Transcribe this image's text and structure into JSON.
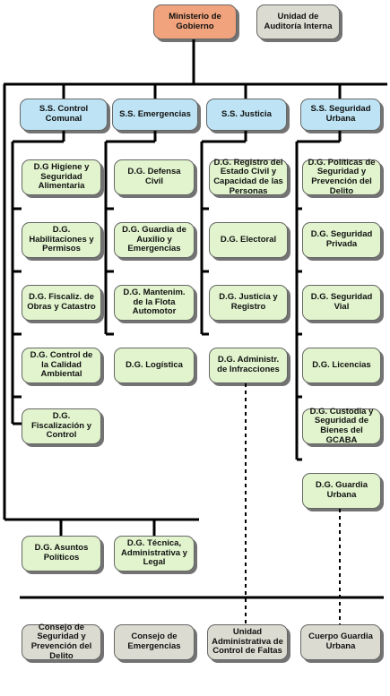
{
  "root": "Ministerio de Gobierno",
  "audit": "Unidad de Auditoría Interna",
  "subsecretarias": [
    "S.S. Control Comunal",
    "S.S. Emergencias",
    "S.S. Justicia",
    "S.S. Seguridad Urbana"
  ],
  "control_comunal": [
    "D.G Higiene y Seguridad Alimentaria",
    "D.G. Habilitaciones y Permisos",
    "D.G. Fiscaliz. de Obras y Catastro",
    "D.G. Control de la Calidad Ambiental",
    "D.G. Fiscalización y Control"
  ],
  "emergencias": [
    "D.G. Defensa Civil",
    "D.G. Guardia de Auxilio y Emergencias",
    "D.G. Mantenim. de la Flota Automotor",
    "D.G. Logística"
  ],
  "justicia": [
    "D.G. Registro del Estado Civil y Capacidad de las Personas",
    "D.G. Electoral",
    "D.G. Justicia y Registro",
    "D.G. Administr. de Infracciones"
  ],
  "seguridad": [
    "D.G. Políticas de Seguridad y Prevención del Delito",
    "D.G. Seguridad Privada",
    "D.G. Seguridad Vial",
    "D.G. Licencias",
    "D.G. Custodia y Seguridad de Bienes del GCABA",
    "D.G. Guardia Urbana"
  ],
  "ministry_direct": [
    "D.G. Asuntos Políticos",
    "D.G. Técnica, Administrativa y Legal"
  ],
  "bodies": [
    "Consejo de Seguridad y Prevención del Delito",
    "Consejo de Emergencias",
    "Unidad Administrativa de Control de Faltas",
    "Cuerpo Guardia Urbana"
  ]
}
